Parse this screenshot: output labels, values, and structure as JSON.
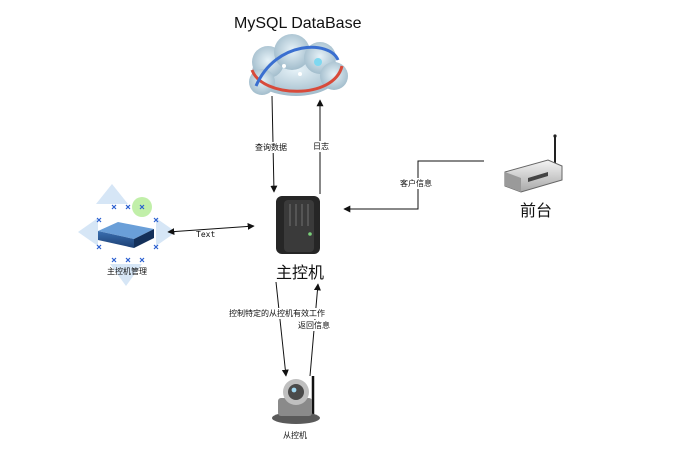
{
  "nodes": {
    "database": {
      "label": "MySQL DataBase"
    },
    "front_desk": {
      "label": "前台"
    },
    "master": {
      "label": "主控机"
    },
    "master_mgmt": {
      "label": "主控机管理"
    },
    "slave": {
      "label": "从控机"
    }
  },
  "edges": {
    "query": "查询数据",
    "log": "日志",
    "customer_info": "客户信息",
    "text_link": "Text",
    "control": "控制特定的从控机有效工作",
    "return_info": "返回信息"
  }
}
